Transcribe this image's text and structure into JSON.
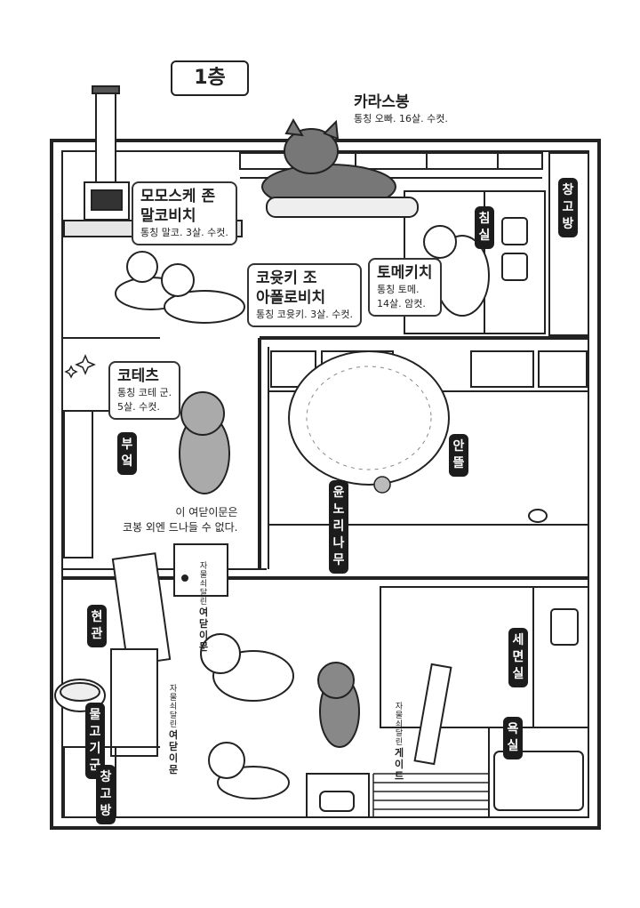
{
  "floor_title": "1층",
  "characters": {
    "karasu": {
      "name": "카라스봉",
      "desc": "통칭 오빠. 16살. 수컷."
    },
    "momosuke": {
      "name_line1": "모모스케 존",
      "name_line2": "말코비치",
      "desc": "통칭 말코. 3살. 수컷."
    },
    "koyuki": {
      "name_line1": "코윳키 조",
      "name_line2": "아폴로비치",
      "desc": "통칭 코윳키. 3살. 수컷."
    },
    "tomekichi": {
      "name": "토메키치",
      "desc_line1": "통칭 토메.",
      "desc_line2": "14살. 암컷."
    },
    "kotetsu": {
      "name": "코테츠",
      "desc_line1": "통칭 코테 군.",
      "desc_line2": "5살. 수컷."
    }
  },
  "rooms": {
    "storage_top": "창고방",
    "bedroom": "침실",
    "kitchen": "부엌",
    "courtyard": "안뜰",
    "tree": "윤노리나무",
    "entrance": "현관",
    "fish": "물고기군",
    "storage_bottom": "창고방",
    "washroom": "세면실",
    "bathroom": "욕실"
  },
  "door_tags": {
    "door_top": {
      "small": "자물쇠 달린",
      "big": "여닫이문"
    },
    "door_mid": {
      "small": "자물쇠 달린",
      "big": "여닫이문"
    },
    "gate": {
      "small": "자물쇠 달린",
      "big": "게이트"
    }
  },
  "note": {
    "line1": "이 여닫이문은",
    "line2": "코봉 외엔 드나들 수 없다."
  }
}
